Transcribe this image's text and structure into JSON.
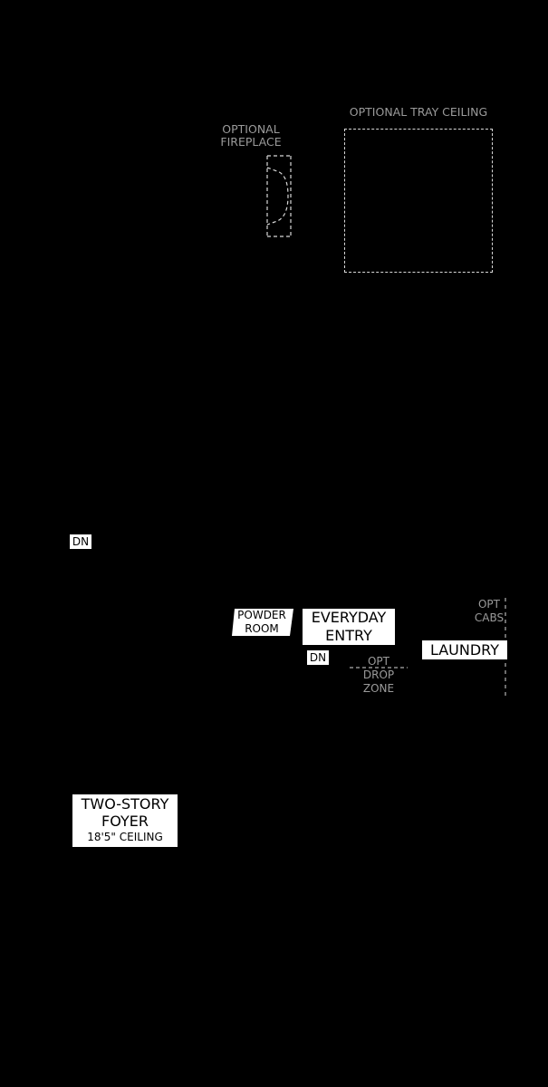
{
  "plan": {
    "background_color": "#000000",
    "label_color": "#9a9a9a",
    "box_color": "#ffffff",
    "optional_fireplace": {
      "lines": [
        "OPTIONAL",
        "FIREPLACE"
      ]
    },
    "optional_tray_ceiling": {
      "label": "OPTIONAL TRAY CEILING"
    },
    "stair_down_upper": {
      "label": "DN"
    },
    "powder_room": {
      "lines": [
        "POWDER",
        "ROOM"
      ]
    },
    "everyday_entry": {
      "lines": [
        "EVERYDAY",
        "ENTRY"
      ]
    },
    "stair_down_entry": {
      "label": "DN"
    },
    "opt_drop_zone": {
      "lines": [
        "OPT",
        "DROP",
        "ZONE"
      ]
    },
    "opt_cabs": {
      "lines": [
        "OPT",
        "CABS"
      ]
    },
    "laundry": {
      "label": "LAUNDRY"
    },
    "two_story_foyer": {
      "lines": [
        "TWO-STORY",
        "FOYER"
      ],
      "ceiling": "18'5\" CEILING"
    }
  }
}
